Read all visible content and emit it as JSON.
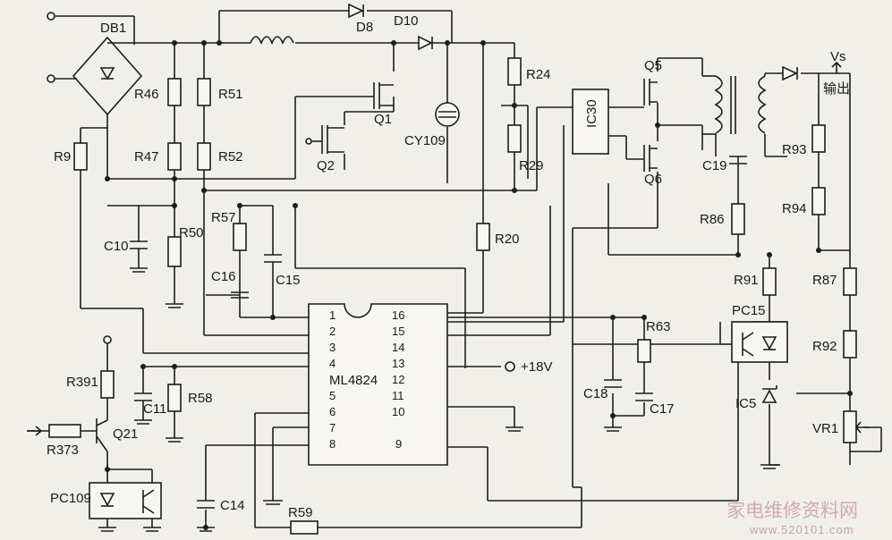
{
  "labels": {
    "db1": "DB1",
    "d8": "D8",
    "d10": "D10",
    "r46": "R46",
    "r51": "R51",
    "q1": "Q1",
    "cy109": "CY109",
    "q2": "Q2",
    "r9": "R9",
    "r47": "R47",
    "r52": "R52",
    "r24": "R24",
    "r29": "R29",
    "ic30": "IC30",
    "q5": "Q5",
    "q6": "Q6",
    "c19": "C19",
    "r93": "R93",
    "r94": "R94",
    "vs": "Vs",
    "out": "输出",
    "r57": "R57",
    "c10": "C10",
    "r50": "R50",
    "c16": "C16",
    "c15": "C15",
    "r20": "R20",
    "r86": "R86",
    "r91": "R91",
    "r87": "R87",
    "pc15": "PC15",
    "r63": "R63",
    "r92": "R92",
    "ic5": "IC5",
    "vr1": "VR1",
    "ml4824": "ML4824",
    "plus18v": "+18V",
    "c18": "C18",
    "c17": "C17",
    "r391": "R391",
    "c11": "C11",
    "r58": "R58",
    "r373": "R373",
    "q21": "Q21",
    "pc109": "PC109",
    "c14": "C14",
    "r59": "R59"
  },
  "ic_pins_left": [
    "1",
    "2",
    "3",
    "4",
    "5",
    "6",
    "7",
    "8"
  ],
  "ic_pins_right": [
    "16",
    "15",
    "14",
    "13",
    "12",
    "11",
    "10",
    "9"
  ],
  "watermark": {
    "text": "家电维修资料网",
    "url": "www.520101.com"
  }
}
